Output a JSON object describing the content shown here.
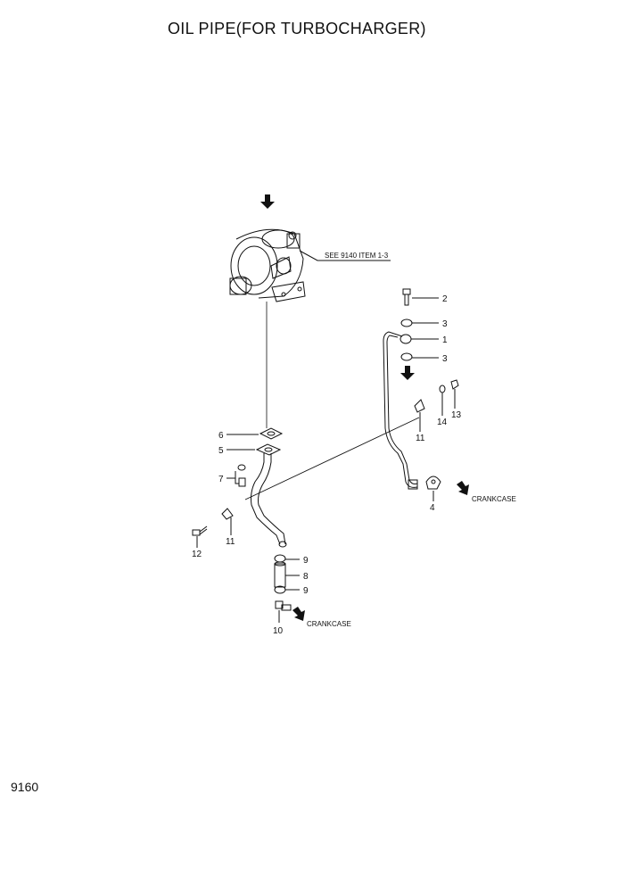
{
  "title": "OIL PIPE(FOR TURBOCHARGER)",
  "page_number": "9160",
  "reference_note": "SEE 9140 ITEM 1-3",
  "destination_labels": {
    "upper": "CRANKCASE",
    "lower": "CRANKCASE"
  },
  "callouts": {
    "c1": "1",
    "c2": "2",
    "c3a": "3",
    "c3b": "3",
    "c4": "4",
    "c5": "5",
    "c6": "6",
    "c7": "7",
    "c8": "8",
    "c9a": "9",
    "c9b": "9",
    "c10": "10",
    "c11a": "11",
    "c11b": "11",
    "c12": "12",
    "c13": "13",
    "c14": "14"
  }
}
